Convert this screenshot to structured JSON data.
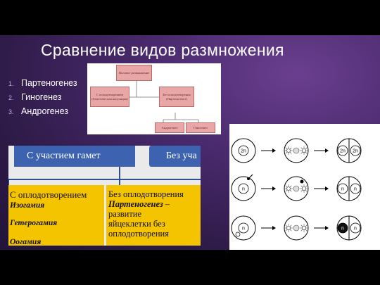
{
  "slide": {
    "title": "Сравнение видов размножения",
    "bullets": [
      {
        "num": "1.",
        "text": "Партеногенез"
      },
      {
        "num": "2.",
        "text": "Гиногенез"
      },
      {
        "num": "3.",
        "text": "Андрогенез"
      }
    ]
  },
  "diagram1": {
    "root": "Половое размножение",
    "left": "С оплодотворением (Гаметическая копуляция)",
    "right": "Без оплодотворения (Партеногенез)",
    "child1": "Андрогенез",
    "child2": "Гиногенез"
  },
  "diagram2": {
    "tab_with": "С участием гамет",
    "tab_without": "Без уча",
    "left_heading": "С оплодотворением",
    "left_items": [
      "Изогамия",
      "Гетерогамия",
      "Оогамия"
    ],
    "right_line1": "Без оплодотворения",
    "right_bold": "Партеногенез",
    "right_dash": " –",
    "right_rest": [
      "развитие",
      "яйцеклетки без",
      "оплодотворения"
    ]
  },
  "diagram3": {
    "label_2n": "2n",
    "label_n": "n",
    "cell_fill": "#ffffff",
    "nucleus_dark": "#111111"
  },
  "colors": {
    "accent_blue": "#3d63b0",
    "accent_yellow": "#f5c400",
    "box_pink": "#e8a6a6"
  }
}
